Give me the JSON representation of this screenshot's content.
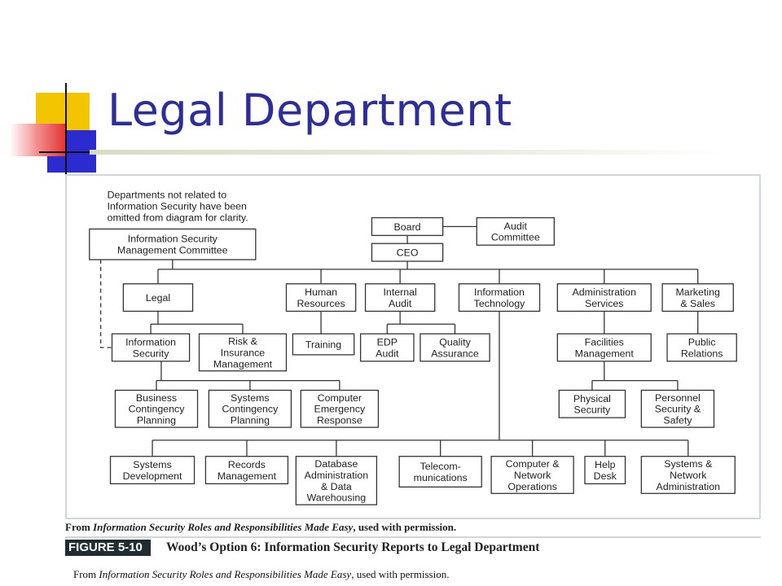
{
  "slide": {
    "title": "Legal Department"
  },
  "diagram": {
    "note": [
      "Departments not related to",
      "Information Security have been",
      "omitted from diagram for clarity."
    ],
    "nodes": [
      {
        "id": "board",
        "lines": [
          "Board"
        ]
      },
      {
        "id": "audit-committee",
        "lines": [
          "Audit",
          "Committee"
        ]
      },
      {
        "id": "ceo",
        "lines": [
          "CEO"
        ]
      },
      {
        "id": "ismc",
        "lines": [
          "Information Security",
          "Management Committee"
        ]
      },
      {
        "id": "legal",
        "lines": [
          "Legal"
        ]
      },
      {
        "id": "hr",
        "lines": [
          "Human",
          "Resources"
        ]
      },
      {
        "id": "internal-audit",
        "lines": [
          "Internal",
          "Audit"
        ]
      },
      {
        "id": "it",
        "lines": [
          "Information",
          "Technology"
        ]
      },
      {
        "id": "admin-services",
        "lines": [
          "Administration",
          "Services"
        ]
      },
      {
        "id": "marketing",
        "lines": [
          "Marketing",
          "& Sales"
        ]
      },
      {
        "id": "info-security",
        "lines": [
          "Information",
          "Security"
        ]
      },
      {
        "id": "risk-insurance",
        "lines": [
          "Risk &",
          "Insurance",
          "Management"
        ]
      },
      {
        "id": "training",
        "lines": [
          "Training"
        ]
      },
      {
        "id": "edp-audit",
        "lines": [
          "EDP",
          "Audit"
        ]
      },
      {
        "id": "quality-assurance",
        "lines": [
          "Quality",
          "Assurance"
        ]
      },
      {
        "id": "facilities",
        "lines": [
          "Facilities",
          "Management"
        ]
      },
      {
        "id": "public-relations",
        "lines": [
          "Public",
          "Relations"
        ]
      },
      {
        "id": "bcp",
        "lines": [
          "Business",
          "Contingency",
          "Planning"
        ]
      },
      {
        "id": "scp",
        "lines": [
          "Systems",
          "Contingency",
          "Planning"
        ]
      },
      {
        "id": "cer",
        "lines": [
          "Computer",
          "Emergency",
          "Response"
        ]
      },
      {
        "id": "physical-security",
        "lines": [
          "Physical",
          "Security"
        ]
      },
      {
        "id": "personnel-security",
        "lines": [
          "Personnel",
          "Security &",
          "Safety"
        ]
      },
      {
        "id": "sys-dev",
        "lines": [
          "Systems",
          "Development"
        ]
      },
      {
        "id": "records",
        "lines": [
          "Records",
          "Management"
        ]
      },
      {
        "id": "dbadmin",
        "lines": [
          "Database",
          "Administration",
          "& Data",
          "Warehousing"
        ]
      },
      {
        "id": "telecom",
        "lines": [
          "Telecom-",
          "munications"
        ]
      },
      {
        "id": "network-ops",
        "lines": [
          "Computer &",
          "Network",
          "Operations"
        ]
      },
      {
        "id": "help-desk",
        "lines": [
          "Help",
          "Desk"
        ]
      },
      {
        "id": "net-admin",
        "lines": [
          "Systems &",
          "Network",
          "Administration"
        ]
      }
    ]
  },
  "figure": {
    "credit": {
      "prefix": "From ",
      "source": "Information Security Roles and Responsibilities Made Easy",
      "suffix": ", used with permission."
    },
    "tag": "FIGURE 5-10",
    "caption": "Wood’s Option 6: Information Security Reports to Legal Department"
  },
  "credit": {
    "prefix": "From ",
    "source": "Information Security Roles and Responsibilities  Made Easy",
    "suffix": ", used with permission."
  }
}
